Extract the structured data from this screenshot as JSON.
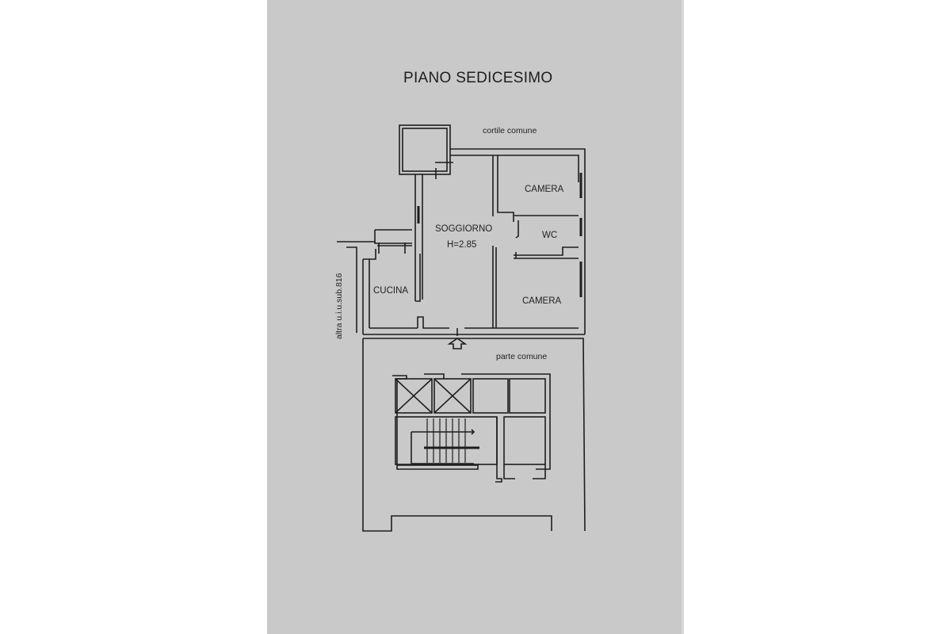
{
  "plan": {
    "title": "PIANO SEDICESIMO",
    "areas": {
      "courtyard": "cortile comune",
      "common_part": "parte comune",
      "other_unit": "altra u.i.u.sub.816"
    },
    "rooms": {
      "bedroom_top": "CAMERA",
      "living": "SOGGIORNO",
      "ceiling_height": "H=2.85",
      "wc": "WC",
      "kitchen": "CUCINA",
      "bedroom_bottom": "CAMERA"
    },
    "colors": {
      "paper": "#c9c9c9",
      "ink": "#1e1e1e",
      "background": "#ffffff"
    }
  }
}
